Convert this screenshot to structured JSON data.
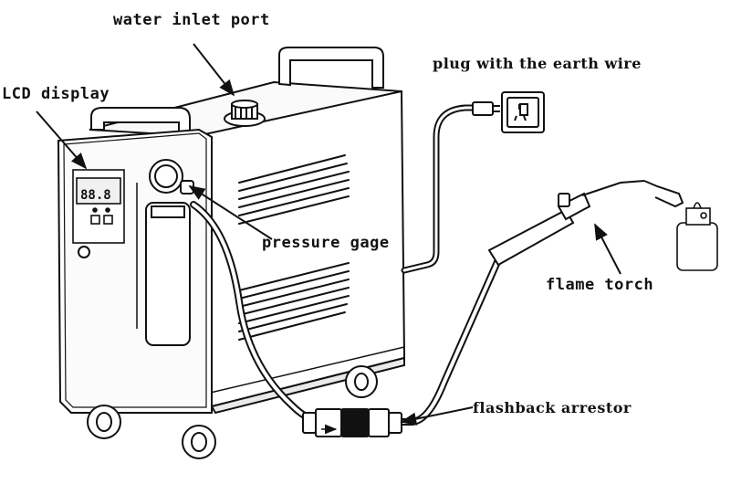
{
  "labels": {
    "water_inlet_port": "water inlet port",
    "lcd_display": "LCD display",
    "plug": "plug with the earth wire",
    "pressure_gage": "pressure gage",
    "flame_torch": "flame torch",
    "flashback_arrestor": "flashback arrestor"
  },
  "colors": {
    "line": "#111111",
    "fill": "#ffffff",
    "panel": "#f4f4f4"
  }
}
